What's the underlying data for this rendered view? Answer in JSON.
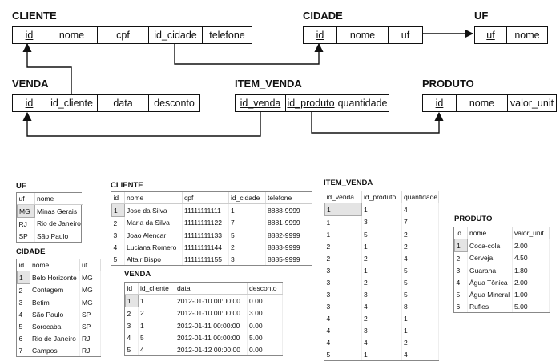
{
  "entities": [
    {
      "id": "cliente",
      "title": "CLIENTE",
      "fields": [
        {
          "name": "id",
          "pk": true
        },
        {
          "name": "nome",
          "pk": false
        },
        {
          "name": "cpf",
          "pk": false
        },
        {
          "name": "id_cidade",
          "pk": false
        },
        {
          "name": "telefone",
          "pk": false
        }
      ]
    },
    {
      "id": "cidade",
      "title": "CIDADE",
      "fields": [
        {
          "name": "id",
          "pk": true
        },
        {
          "name": "nome",
          "pk": false
        },
        {
          "name": "uf",
          "pk": false
        }
      ]
    },
    {
      "id": "uf",
      "title": "UF",
      "fields": [
        {
          "name": "uf",
          "pk": true
        },
        {
          "name": "nome",
          "pk": false
        }
      ]
    },
    {
      "id": "venda",
      "title": "VENDA",
      "fields": [
        {
          "name": "id",
          "pk": true
        },
        {
          "name": "id_cliente",
          "pk": false
        },
        {
          "name": "data",
          "pk": false
        },
        {
          "name": "desconto",
          "pk": false
        }
      ]
    },
    {
      "id": "item_venda",
      "title": "ITEM_VENDA",
      "fields": [
        {
          "name": "id_venda",
          "pk": true
        },
        {
          "name": "id_produto",
          "pk": true
        },
        {
          "name": "quantidade",
          "pk": false
        }
      ]
    },
    {
      "id": "produto",
      "title": "PRODUTO",
      "fields": [
        {
          "name": "id",
          "pk": true
        },
        {
          "name": "nome",
          "pk": false
        },
        {
          "name": "valor_unit",
          "pk": false
        }
      ]
    }
  ],
  "tables": [
    {
      "id": "uf",
      "title": "UF",
      "headers": [
        "uf",
        "nome"
      ],
      "rows": [
        [
          "MG",
          "Minas Gerais"
        ],
        [
          "RJ",
          "Rio de Janeiro"
        ],
        [
          "SP",
          "São Paulo"
        ]
      ]
    },
    {
      "id": "cidade",
      "title": "CIDADE",
      "headers": [
        "id",
        "nome",
        "uf"
      ],
      "rows": [
        [
          "1",
          "Belo Horizonte",
          "MG"
        ],
        [
          "2",
          "Contagem",
          "MG"
        ],
        [
          "3",
          "Betim",
          "MG"
        ],
        [
          "4",
          "São Paulo",
          "SP"
        ],
        [
          "5",
          "Sorocaba",
          "SP"
        ],
        [
          "6",
          "Rio de Janeiro",
          "RJ"
        ],
        [
          "7",
          "Campos",
          "RJ"
        ]
      ]
    },
    {
      "id": "cliente",
      "title": "CLIENTE",
      "headers": [
        "id",
        "nome",
        "cpf",
        "id_cidade",
        "telefone"
      ],
      "rows": [
        [
          "1",
          "Jose da Silva",
          "11111111111",
          "1",
          "8888-9999"
        ],
        [
          "2",
          "Maria da Silva",
          "11111111122",
          "7",
          "8881-9999"
        ],
        [
          "3",
          "Joao Alencar",
          "11111111133",
          "5",
          "8882-9999"
        ],
        [
          "4",
          "Luciana Romero",
          "11111111144",
          "2",
          "8883-9999"
        ],
        [
          "5",
          "Altair Bispo",
          "11111111155",
          "3",
          "8885-9999"
        ]
      ]
    },
    {
      "id": "venda",
      "title": "VENDA",
      "headers": [
        "id",
        "id_cliente",
        "data",
        "desconto"
      ],
      "rows": [
        [
          "1",
          "1",
          "2012-01-10 00:00:00",
          "0.00"
        ],
        [
          "2",
          "2",
          "2012-01-10 00:00:00",
          "3.00"
        ],
        [
          "3",
          "1",
          "2012-01-11 00:00:00",
          "0.00"
        ],
        [
          "4",
          "5",
          "2012-01-11 00:00:00",
          "5.00"
        ],
        [
          "5",
          "4",
          "2012-01-12 00:00:00",
          "0.00"
        ]
      ]
    },
    {
      "id": "item_venda",
      "title": "ITEM_VENDA",
      "headers": [
        "id_venda",
        "id_produto",
        "quantidade"
      ],
      "rows": [
        [
          "1",
          "1",
          "4"
        ],
        [
          "1",
          "3",
          "7"
        ],
        [
          "1",
          "5",
          "2"
        ],
        [
          "2",
          "1",
          "2"
        ],
        [
          "2",
          "2",
          "4"
        ],
        [
          "3",
          "1",
          "5"
        ],
        [
          "3",
          "2",
          "5"
        ],
        [
          "3",
          "3",
          "5"
        ],
        [
          "3",
          "4",
          "8"
        ],
        [
          "4",
          "2",
          "1"
        ],
        [
          "4",
          "3",
          "1"
        ],
        [
          "4",
          "4",
          "2"
        ],
        [
          "5",
          "1",
          "4"
        ]
      ]
    },
    {
      "id": "produto",
      "title": "PRODUTO",
      "headers": [
        "id",
        "nome",
        "valor_unit"
      ],
      "rows": [
        [
          "1",
          "Coca-cola",
          "2.00"
        ],
        [
          "2",
          "Cerveja",
          "4.50"
        ],
        [
          "3",
          "Guarana",
          "1.80"
        ],
        [
          "4",
          "Água Tônica",
          "2.00"
        ],
        [
          "5",
          "Água Mineral",
          "1.00"
        ],
        [
          "6",
          "Rufles",
          "5.00"
        ]
      ]
    }
  ]
}
